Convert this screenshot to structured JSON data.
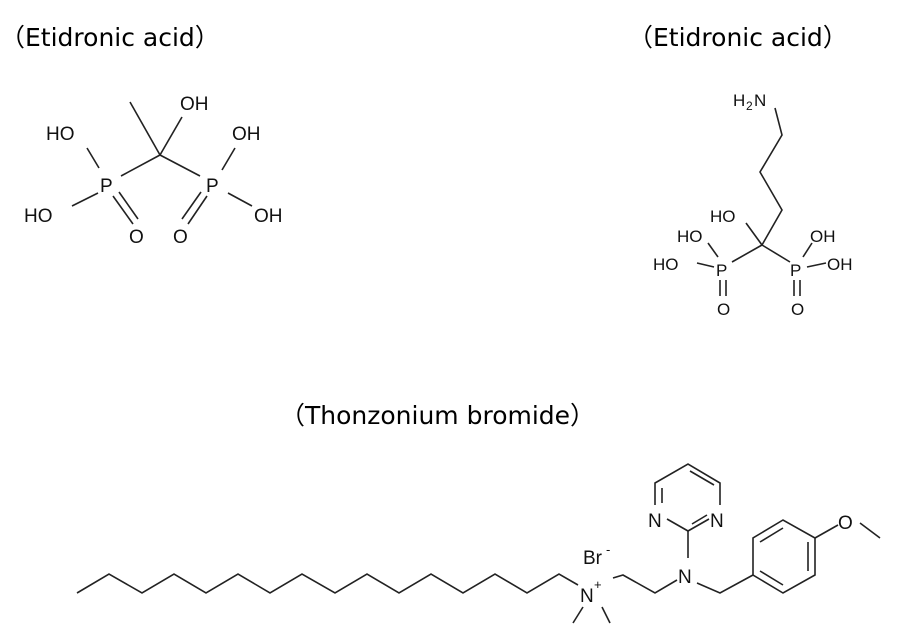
{
  "titles": {
    "left": "（Etidronic acid）",
    "right": "（Etidronic acid）",
    "bottom": "（Thonzonium bromide）"
  },
  "etidronic": {
    "oh_top": "OH",
    "ho_upper_left": "HO",
    "ho_lower_left": "HO",
    "p_left": "P",
    "p_right": "P",
    "o_left": "O",
    "o_right": "O",
    "oh_upper_right": "OH",
    "oh_lower_right": "OH"
  },
  "alendronate": {
    "h2n_h": "H",
    "h2n_2": "2",
    "h2n_n": "N",
    "ho_top": "HO",
    "ho_upper_left": "HO",
    "ho_left": "HO",
    "p_left": "P",
    "p_right": "P",
    "oh_upper_right": "OH",
    "oh_right": "OH",
    "o_left": "O",
    "o_right": "O"
  },
  "thonzonium": {
    "br": "Br",
    "br_charge": "-",
    "n_plus": "N",
    "n_charge": "+",
    "n_amine": "N",
    "n_ring_left": "N",
    "n_ring_right": "N",
    "o_methoxy": "O"
  }
}
